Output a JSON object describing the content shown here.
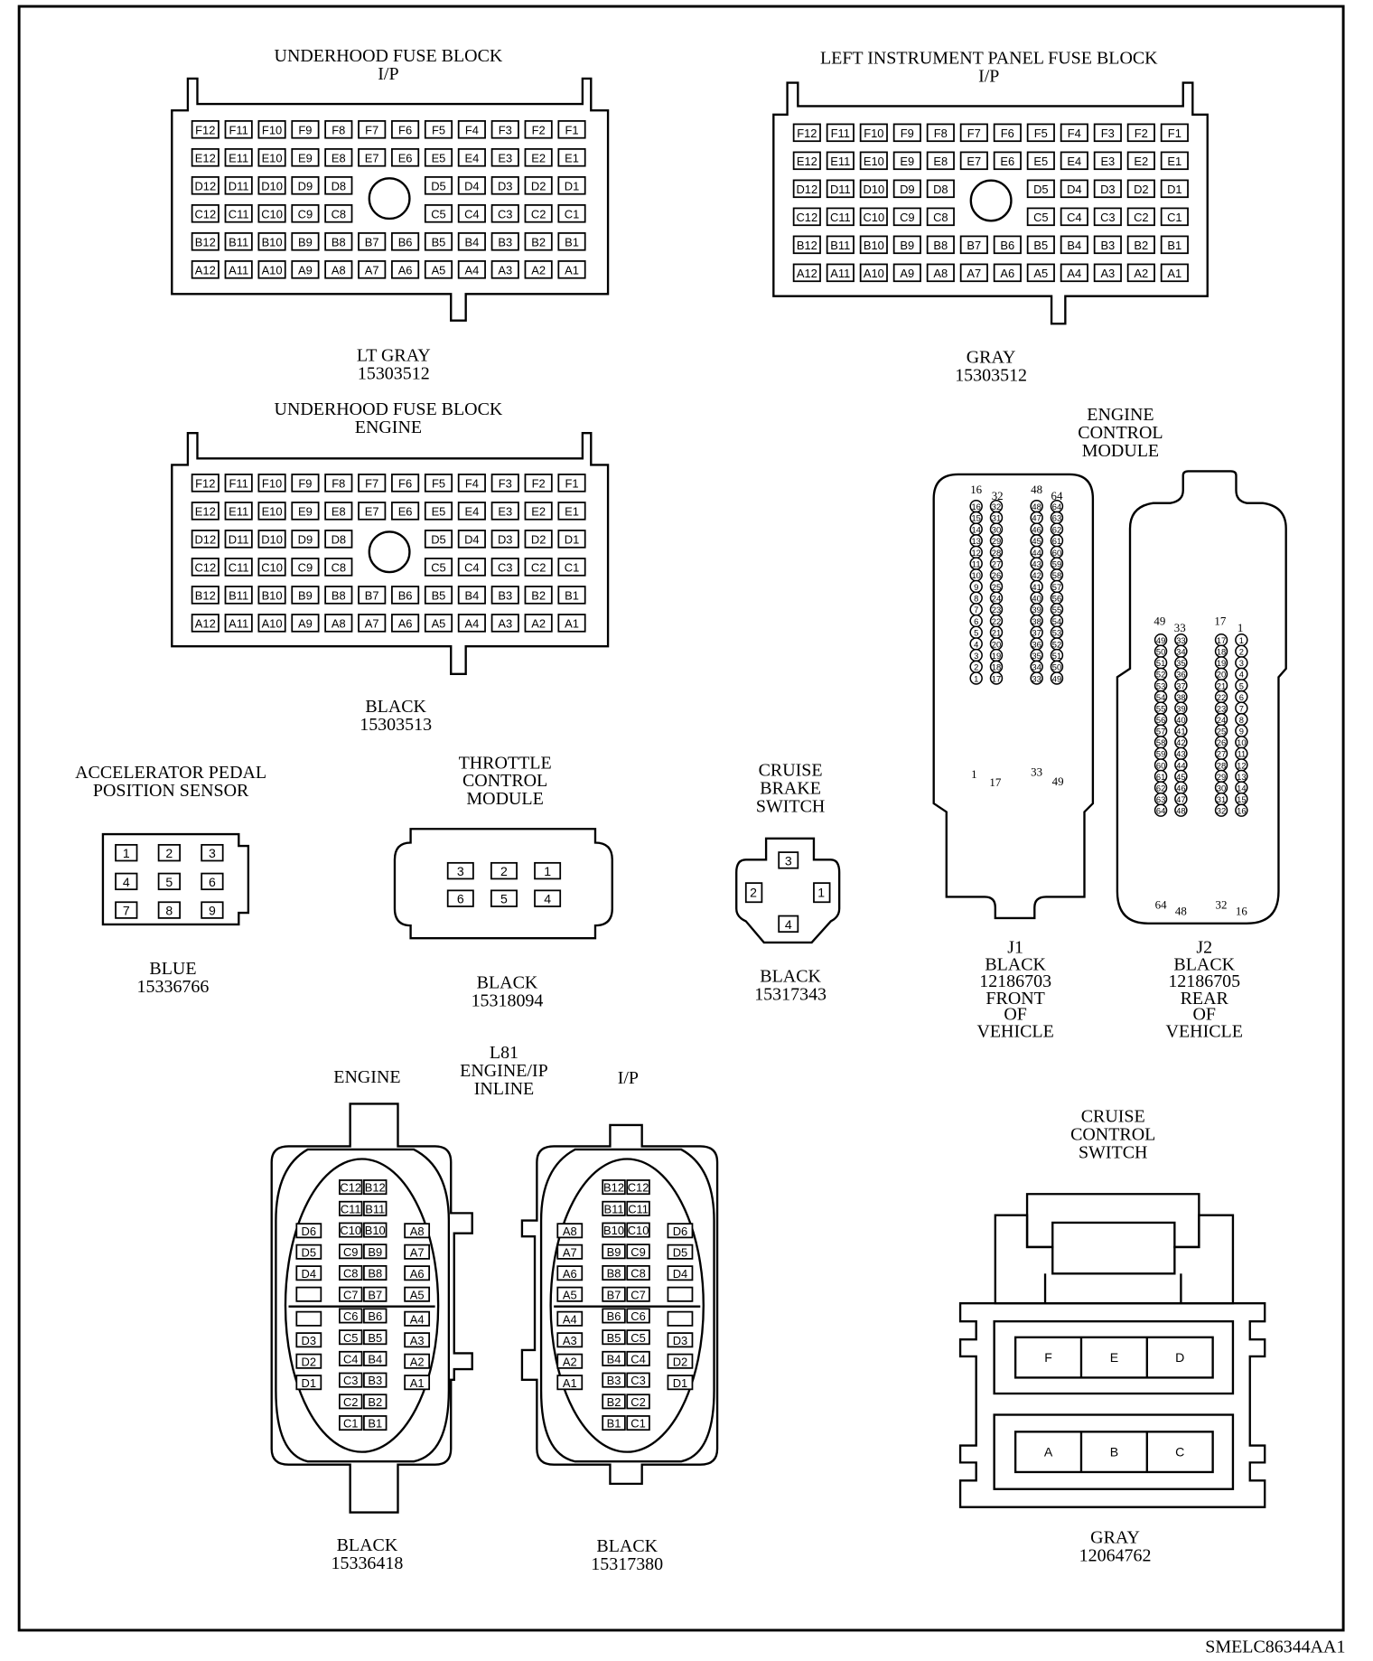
{
  "drawing_code": "SMELC86344AA1",
  "connectors": {
    "uh_ip": {
      "title": [
        "UNDERHOOD FUSE BLOCK",
        "I/P"
      ],
      "labels": [
        "LT GRAY",
        "15303512"
      ],
      "rows": [
        [
          "F12",
          "F11",
          "F10",
          "F9",
          "F8",
          "F7",
          "F6",
          "F5",
          "F4",
          "F3",
          "F2",
          "F1"
        ],
        [
          "E12",
          "E11",
          "E10",
          "E9",
          "E8",
          "E7",
          "E6",
          "E5",
          "E4",
          "E3",
          "E2",
          "E1"
        ],
        [
          "D12",
          "D11",
          "D10",
          "D9",
          "D8",
          "",
          "",
          "D5",
          "D4",
          "D3",
          "D2",
          "D1"
        ],
        [
          "C12",
          "C11",
          "C10",
          "C9",
          "C8",
          "",
          "",
          "C5",
          "C4",
          "C3",
          "C2",
          "C1"
        ],
        [
          "B12",
          "B11",
          "B10",
          "B9",
          "B8",
          "B7",
          "B6",
          "B5",
          "B4",
          "B3",
          "B2",
          "B1"
        ],
        [
          "A12",
          "A11",
          "A10",
          "A9",
          "A8",
          "A7",
          "A6",
          "A5",
          "A4",
          "A3",
          "A2",
          "A1"
        ]
      ]
    },
    "lip": {
      "title": [
        "LEFT INSTRUMENT PANEL FUSE BLOCK",
        "I/P"
      ],
      "labels": [
        "GRAY",
        "15303512"
      ],
      "rows": [
        [
          "F12",
          "F11",
          "F10",
          "F9",
          "F8",
          "F7",
          "F6",
          "F5",
          "F4",
          "F3",
          "F2",
          "F1"
        ],
        [
          "E12",
          "E11",
          "E10",
          "E9",
          "E8",
          "E7",
          "E6",
          "E5",
          "E4",
          "E3",
          "E2",
          "E1"
        ],
        [
          "D12",
          "D11",
          "D10",
          "D9",
          "D8",
          "",
          "",
          "D5",
          "D4",
          "D3",
          "D2",
          "D1"
        ],
        [
          "C12",
          "C11",
          "C10",
          "C9",
          "C8",
          "",
          "",
          "C5",
          "C4",
          "C3",
          "C2",
          "C1"
        ],
        [
          "B12",
          "B11",
          "B10",
          "B9",
          "B8",
          "B7",
          "B6",
          "B5",
          "B4",
          "B3",
          "B2",
          "B1"
        ],
        [
          "A12",
          "A11",
          "A10",
          "A9",
          "A8",
          "A7",
          "A6",
          "A5",
          "A4",
          "A3",
          "A2",
          "A1"
        ]
      ]
    },
    "uh_eng": {
      "title": [
        "UNDERHOOD FUSE BLOCK",
        "ENGINE"
      ],
      "labels": [
        "BLACK",
        "15303513"
      ],
      "rows": [
        [
          "F12",
          "F11",
          "F10",
          "F9",
          "F8",
          "F7",
          "F6",
          "F5",
          "F4",
          "F3",
          "F2",
          "F1"
        ],
        [
          "E12",
          "E11",
          "E10",
          "E9",
          "E8",
          "E7",
          "E6",
          "E5",
          "E4",
          "E3",
          "E2",
          "E1"
        ],
        [
          "D12",
          "D11",
          "D10",
          "D9",
          "D8",
          "",
          "",
          "D5",
          "D4",
          "D3",
          "D2",
          "D1"
        ],
        [
          "C12",
          "C11",
          "C10",
          "C9",
          "C8",
          "",
          "",
          "C5",
          "C4",
          "C3",
          "C2",
          "C1"
        ],
        [
          "B12",
          "B11",
          "B10",
          "B9",
          "B8",
          "B7",
          "B6",
          "B5",
          "B4",
          "B3",
          "B2",
          "B1"
        ],
        [
          "A12",
          "A11",
          "A10",
          "A9",
          "A8",
          "A7",
          "A6",
          "A5",
          "A4",
          "A3",
          "A2",
          "A1"
        ]
      ]
    },
    "app": {
      "title": [
        "ACCELERATOR PEDAL",
        "POSITION SENSOR"
      ],
      "labels": [
        "BLUE",
        "15336766"
      ],
      "rows": [
        [
          "1",
          "2",
          "3"
        ],
        [
          "4",
          "5",
          "6"
        ],
        [
          "7",
          "8",
          "9"
        ]
      ]
    },
    "tcm": {
      "title": [
        "THROTTLE",
        "CONTROL",
        "MODULE"
      ],
      "labels": [
        "BLACK",
        "15318094"
      ],
      "rows": [
        [
          "3",
          "2",
          "1"
        ],
        [
          "6",
          "5",
          "4"
        ]
      ]
    },
    "cbs": {
      "title": [
        "CRUISE",
        "BRAKE",
        "SWITCH"
      ],
      "labels": [
        "BLACK",
        "15317343"
      ],
      "pins": [
        "3",
        "2",
        "1",
        "4"
      ]
    },
    "ecm": {
      "title": [
        "ENGINE",
        "CONTROL",
        "MODULE"
      ],
      "j1": {
        "labels": [
          "J1",
          "BLACK",
          "12186703",
          "FRONT",
          "OF",
          "VEHICLE"
        ],
        "top_numbers": [
          "16",
          "32",
          "48",
          "64"
        ],
        "bottom_numbers": [
          "1",
          "17",
          "33",
          "49"
        ],
        "columns": [
          [
            "16",
            "15",
            "14",
            "13",
            "12",
            "11",
            "10",
            "9",
            "8",
            "7",
            "6",
            "5",
            "4",
            "3",
            "2",
            "1"
          ],
          [
            "32",
            "31",
            "30",
            "29",
            "28",
            "27",
            "26",
            "25",
            "24",
            "23",
            "22",
            "21",
            "20",
            "19",
            "18",
            "17"
          ],
          [
            "48",
            "47",
            "46",
            "45",
            "44",
            "43",
            "42",
            "41",
            "40",
            "39",
            "38",
            "37",
            "36",
            "35",
            "34",
            "33"
          ],
          [
            "64",
            "63",
            "62",
            "61",
            "60",
            "59",
            "58",
            "57",
            "56",
            "55",
            "54",
            "53",
            "52",
            "51",
            "50",
            "49"
          ]
        ]
      },
      "j2": {
        "labels": [
          "J2",
          "BLACK",
          "12186705",
          "REAR",
          "OF",
          "VEHICLE"
        ],
        "top_numbers": [
          "49",
          "33",
          "17",
          "1"
        ],
        "bottom_numbers": [
          "64",
          "48",
          "32",
          "16"
        ],
        "columns": [
          [
            "49",
            "50",
            "51",
            "52",
            "53",
            "54",
            "55",
            "56",
            "57",
            "58",
            "59",
            "60",
            "61",
            "62",
            "63",
            "64"
          ],
          [
            "33",
            "34",
            "35",
            "36",
            "37",
            "38",
            "39",
            "40",
            "41",
            "42",
            "43",
            "44",
            "45",
            "46",
            "47",
            "48"
          ],
          [
            "17",
            "18",
            "19",
            "20",
            "21",
            "22",
            "23",
            "24",
            "25",
            "26",
            "27",
            "28",
            "29",
            "30",
            "31",
            "32"
          ],
          [
            "1",
            "2",
            "3",
            "4",
            "5",
            "6",
            "7",
            "8",
            "9",
            "10",
            "11",
            "12",
            "13",
            "14",
            "15",
            "16"
          ]
        ]
      }
    },
    "inline": {
      "title": [
        "L81",
        "ENGINE/IP",
        "INLINE"
      ],
      "engine": {
        "header": "ENGINE",
        "labels": [
          "BLACK",
          "15336418"
        ],
        "pairs": [
          [
            "C12",
            "B12"
          ],
          [
            "C11",
            "B11"
          ],
          [
            "C10",
            "B10"
          ],
          [
            "C9",
            "B9"
          ],
          [
            "C8",
            "B8"
          ],
          [
            "C7",
            "B7"
          ],
          [
            "C6",
            "B6"
          ],
          [
            "C5",
            "B5"
          ],
          [
            "C4",
            "B4"
          ],
          [
            "C3",
            "B3"
          ],
          [
            "C2",
            "B2"
          ],
          [
            "C1",
            "B1"
          ]
        ],
        "left": [
          "D6",
          "D5",
          "D4",
          "",
          "",
          "D3",
          "D2",
          "D1"
        ],
        "right": [
          "A8",
          "A7",
          "A6",
          "A5",
          "A4",
          "A3",
          "A2",
          "A1"
        ]
      },
      "ip": {
        "header": "I/P",
        "labels": [
          "BLACK",
          "15317380"
        ],
        "pairs": [
          [
            "B12",
            "C12"
          ],
          [
            "B11",
            "C11"
          ],
          [
            "B10",
            "C10"
          ],
          [
            "B9",
            "C9"
          ],
          [
            "B8",
            "C8"
          ],
          [
            "B7",
            "C7"
          ],
          [
            "B6",
            "C6"
          ],
          [
            "B5",
            "C5"
          ],
          [
            "B4",
            "C4"
          ],
          [
            "B3",
            "C3"
          ],
          [
            "B2",
            "C2"
          ],
          [
            "B1",
            "C1"
          ]
        ],
        "left": [
          "A8",
          "A7",
          "A6",
          "A5",
          "A4",
          "A3",
          "A2",
          "A1"
        ],
        "right": [
          "D6",
          "D5",
          "D4",
          "",
          "",
          "D3",
          "D2",
          "D1"
        ]
      }
    },
    "ccs": {
      "title": [
        "CRUISE",
        "CONTROL",
        "SWITCH"
      ],
      "labels": [
        "GRAY",
        "12064762"
      ],
      "top_row": [
        "F",
        "E",
        "D"
      ],
      "bottom_row": [
        "A",
        "B",
        "C"
      ]
    }
  }
}
